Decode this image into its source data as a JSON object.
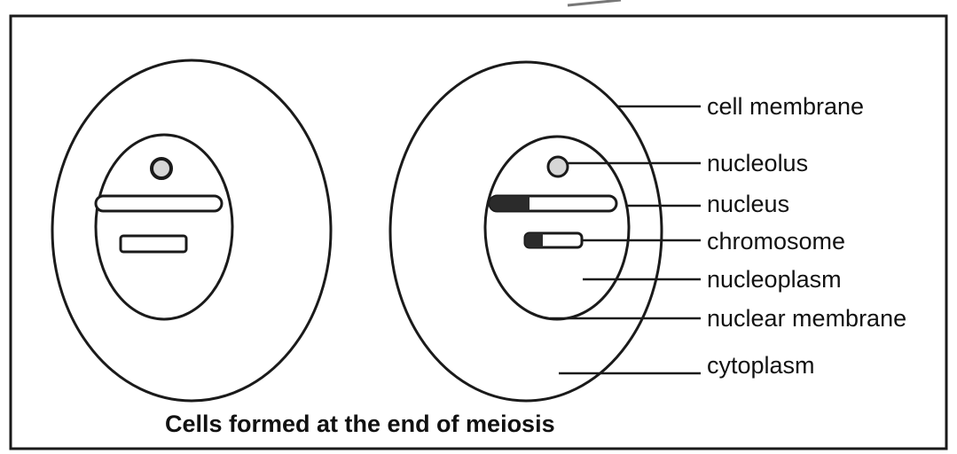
{
  "labels": {
    "cell_membrane": "cell membrane",
    "nucleolus": "nucleolus",
    "nucleus": "nucleus",
    "chromosome": "chromosome",
    "nucleoplasm": "nucleoplasm",
    "nuclear_membrane": "nuclear membrane",
    "cytoplasm": "cytoplasm"
  },
  "caption": "Cells formed at the end of meiosis",
  "colors": {
    "outline": "#1a1a1a",
    "dark_band": "#2b2b2b",
    "nucleolus_fill": "#d6d6d6",
    "chromosome_fill": "#ffffff"
  }
}
